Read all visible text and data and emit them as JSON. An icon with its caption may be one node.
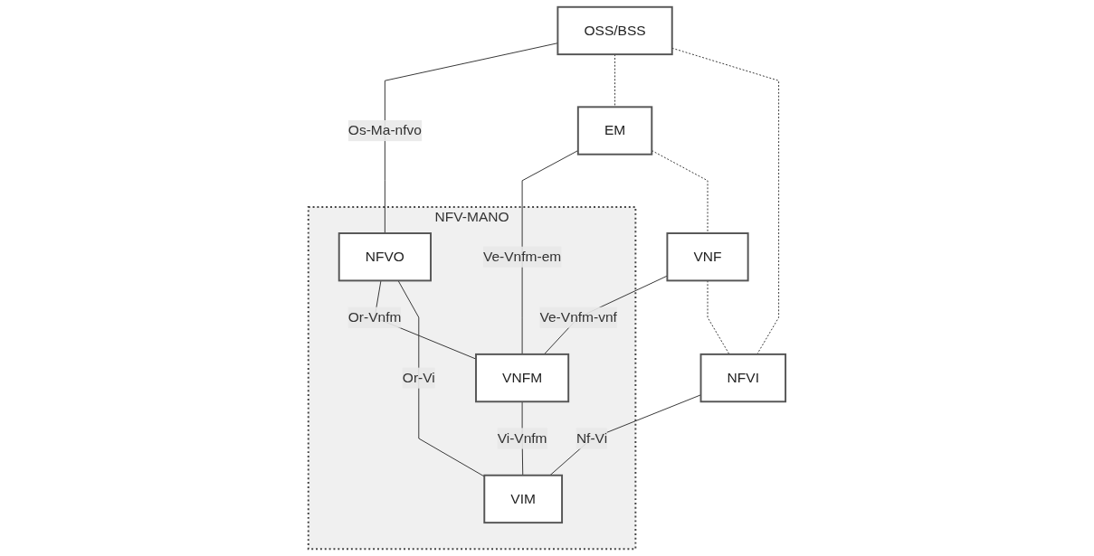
{
  "diagram": {
    "nodes": [
      {
        "text": [
          "OSS/BSS"
        ]
      },
      {
        "text": [
          "NFV-MANO"
        ]
      },
      {
        "text": [
          "NFVO"
        ],
        "in": 1
      },
      {
        "text": [
          "VNFM"
        ],
        "in": 1
      },
      {
        "text": [
          "VIM"
        ],
        "in": 1
      },
      {
        "text": [
          "EM"
        ]
      },
      {
        "text": [
          "VNF"
        ]
      },
      {
        "text": [
          "NFVI"
        ]
      }
    ],
    "edges": [
      {
        "from": 0,
        "to": 2,
        "arrow": "none",
        "label": "Os-Ma-nfvo"
      },
      {
        "from": 2,
        "to": 3,
        "arrow": "none",
        "label": "Or-Vnfm"
      },
      {
        "from": 5,
        "to": 3,
        "arrow": "none",
        "label": "Ve-Vnfm-em"
      },
      {
        "from": 6,
        "to": 3,
        "arrow": "none",
        "label": "Ve-Vnfm-vnf"
      },
      {
        "from": 3,
        "to": 4,
        "arrow": "none",
        "label": "Vi-Vnfm"
      },
      {
        "from": 2,
        "to": 4,
        "arrow": "none",
        "label": "Or-Vi"
      },
      {
        "from": 7,
        "to": 4,
        "arrow": "none",
        "label": "Nf-Vi"
      },
      {
        "from": 0,
        "to": 5,
        "arrow": "none",
        "style": "dashed"
      },
      {
        "from": 5,
        "to": 6,
        "arrow": "none",
        "style": "dashed"
      },
      {
        "from": 6,
        "to": 7,
        "arrow": "none",
        "style": "dashed"
      },
      {
        "from": 0,
        "to": 7,
        "arrow": "none",
        "style": "dashed"
      }
    ]
  }
}
